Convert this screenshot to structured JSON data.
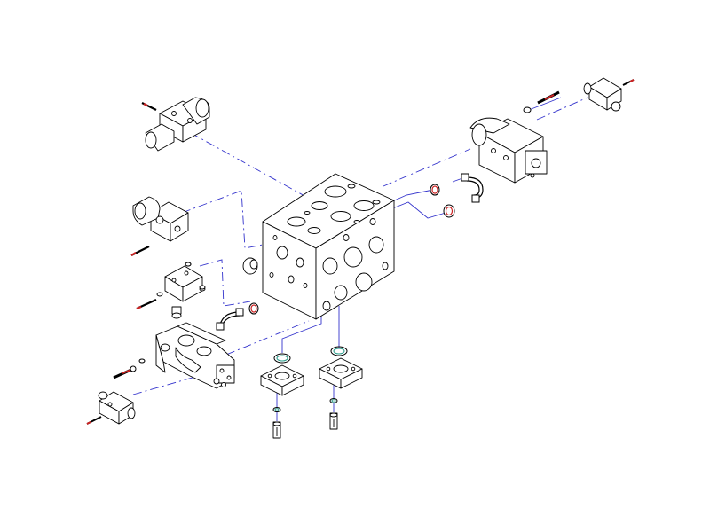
{
  "colors": {
    "background": "#ffffff",
    "line_art": "#000000",
    "leader_line": "#3333cc",
    "bolt_accent": "#cc2222",
    "seal_accent": "#2a9a8a"
  },
  "icons": [
    "manifold-block",
    "solenoid-valve",
    "cartridge-valve",
    "relief-valve",
    "valve-body",
    "flange-plate",
    "o-ring",
    "bolt",
    "fitting",
    "hose"
  ]
}
